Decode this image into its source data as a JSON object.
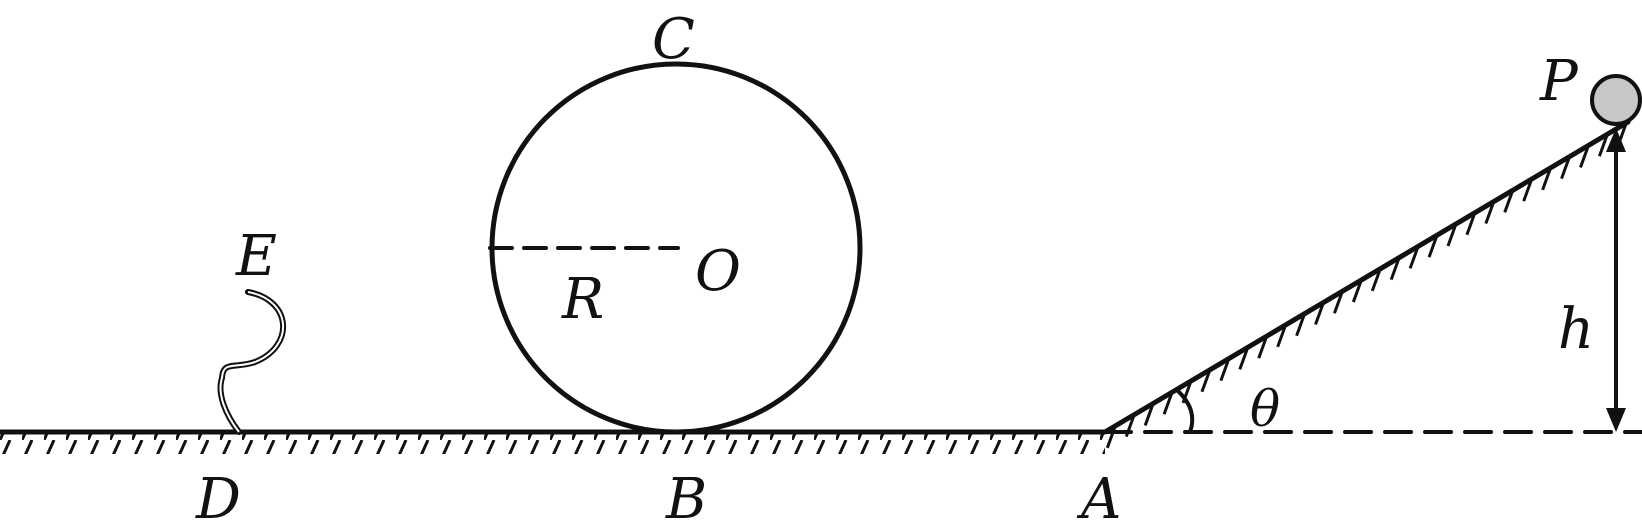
{
  "labels": {
    "A": "A",
    "B": "B",
    "C": "C",
    "D": "D",
    "E": "E",
    "O": "O",
    "R": "R",
    "P": "P",
    "h": "h",
    "theta": "θ"
  },
  "colors": {
    "ink": "#111111",
    "ball_fill": "#c8c8c8"
  }
}
